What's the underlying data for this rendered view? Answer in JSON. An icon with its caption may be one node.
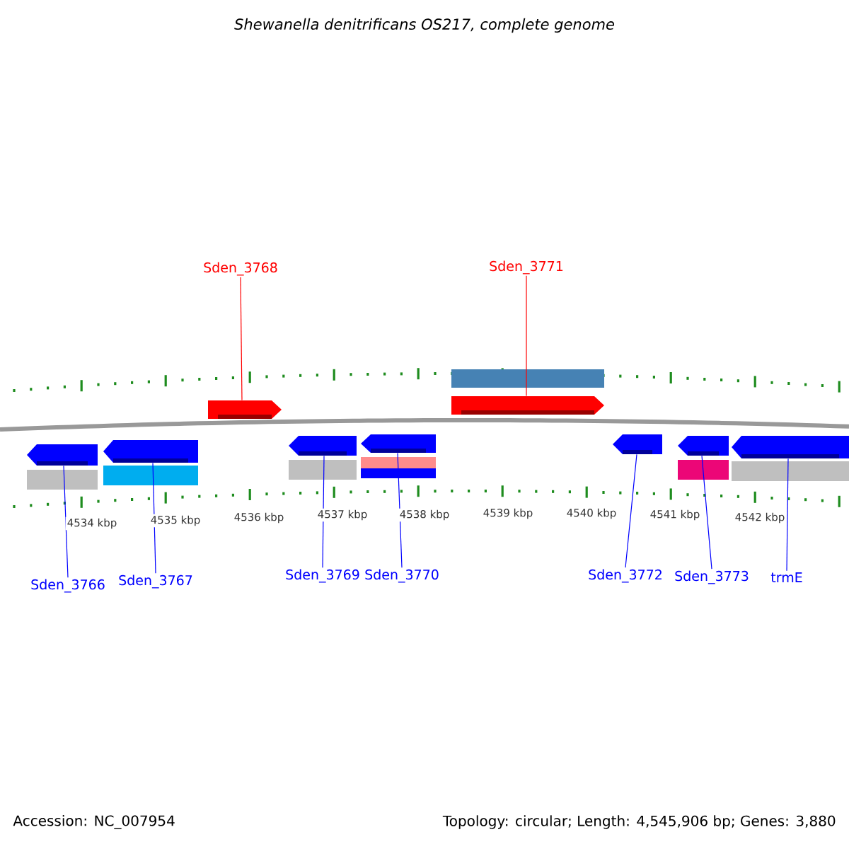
{
  "diagram": {
    "title": "Shewanella denitrificans OS217, complete genome",
    "nodes": [
      {
        "text": [
          "Sden_3768"
        ]
      },
      {
        "text": [],
        "shape": "bar"
      },
      {
        "text": [
          "Sden_3771"
        ]
      },
      {
        "text": [],
        "shape": "bar"
      },
      {
        "text": [
          "Sden_3766"
        ]
      },
      {
        "text": [],
        "shape": "bar"
      },
      {
        "text": [
          "Sden_3767"
        ]
      },
      {
        "text": [],
        "shape": "bar"
      },
      {
        "text": [
          "Sden_3769"
        ]
      },
      {
        "text": [],
        "shape": "bar"
      },
      {
        "text": [
          "Sden_3770"
        ]
      },
      {
        "text": [],
        "shape": "bar"
      },
      {
        "text": [
          "Sden_3772"
        ]
      },
      {
        "text": [],
        "shape": "bar"
      },
      {
        "text": [
          "Sden_3773"
        ]
      },
      {
        "text": [],
        "shape": "bar"
      },
      {
        "text": [
          "trmE"
        ]
      },
      {
        "text": [],
        "shape": "bar"
      }
    ],
    "edges": [
      {
        "from": 0,
        "to": 1,
        "arrow": "none",
        "color": "#ff0000"
      },
      {
        "from": 2,
        "to": 3,
        "arrow": "none",
        "color": "#ff0000"
      },
      {
        "from": 4,
        "to": 5,
        "arrow": "none"
      },
      {
        "from": 6,
        "to": 7,
        "arrow": "none"
      },
      {
        "from": 8,
        "to": 9,
        "arrow": "none"
      },
      {
        "from": 10,
        "to": 11,
        "arrow": "none"
      },
      {
        "from": 12,
        "to": 13,
        "arrow": "none"
      },
      {
        "from": 14,
        "to": 15,
        "arrow": "none"
      },
      {
        "from": 16,
        "to": 17,
        "arrow": "none"
      }
    ],
    "labels": [
      "4534 kbp",
      "4535 kbp",
      "4536 kbp",
      "4537 kbp",
      "4538 kbp",
      "4539 kbp",
      "4540 kbp",
      "4541 kbp",
      "4542 kbp",
      "Accession: NC_007954",
      "Topology: circular; Length: 4,545,906 bp; Genes: 3,880"
    ]
  }
}
